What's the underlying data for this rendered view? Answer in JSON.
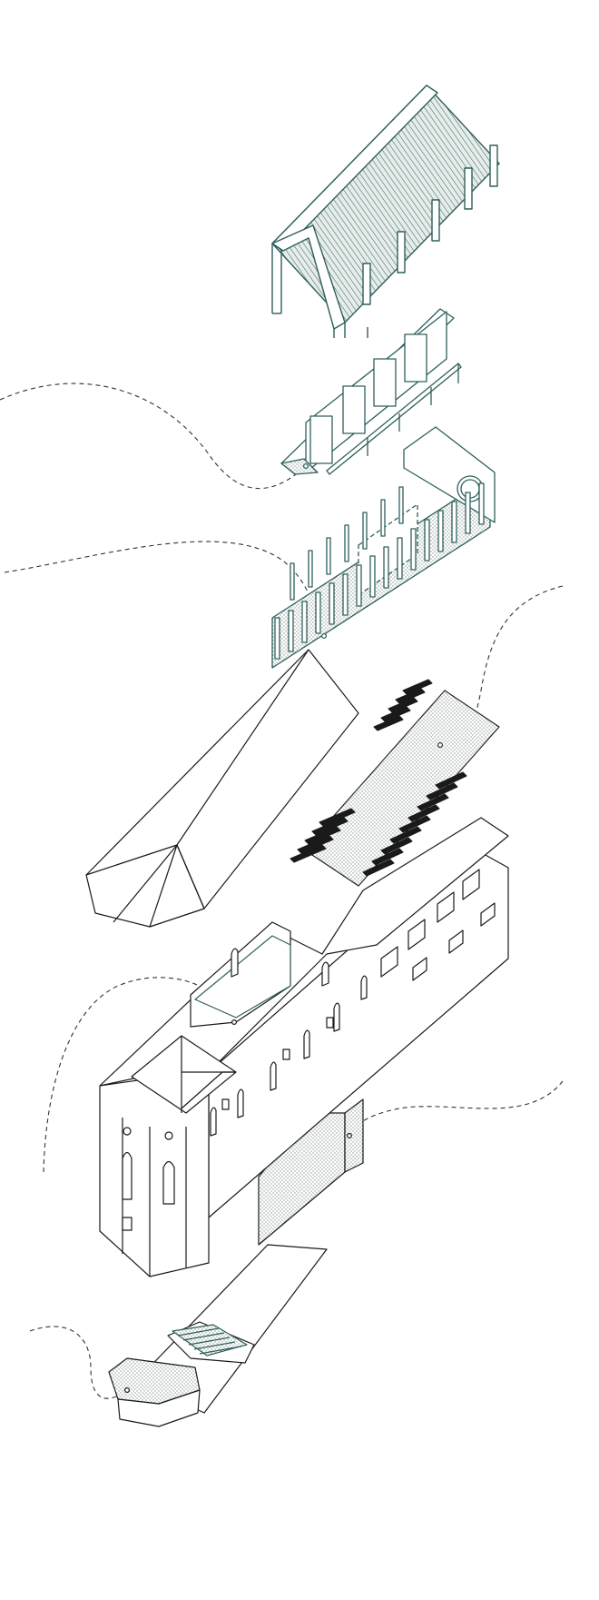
{
  "diagram": {
    "type": "exploded-axonometric-architectural-drawing",
    "text_labels": [],
    "colors": {
      "teal_line": "#2f5f5c",
      "black_line": "#1a1a1a",
      "hatch_fill": "#cfd6d4",
      "dashed_path": "#333333",
      "background": "#ffffff"
    },
    "components": [
      {
        "name": "new-timber-roof-structure"
      },
      {
        "name": "upper-gallery-frame"
      },
      {
        "name": "new-hall-enclosure-with-round-window"
      },
      {
        "name": "original-pitched-roof"
      },
      {
        "name": "new-floor-deck-with-joists"
      },
      {
        "name": "ruined-church-walls"
      },
      {
        "name": "base-plinth-and-stair"
      },
      {
        "name": "entrance-plinth-block"
      }
    ],
    "connector_style": "dashed-curve",
    "connector_count": 7
  }
}
